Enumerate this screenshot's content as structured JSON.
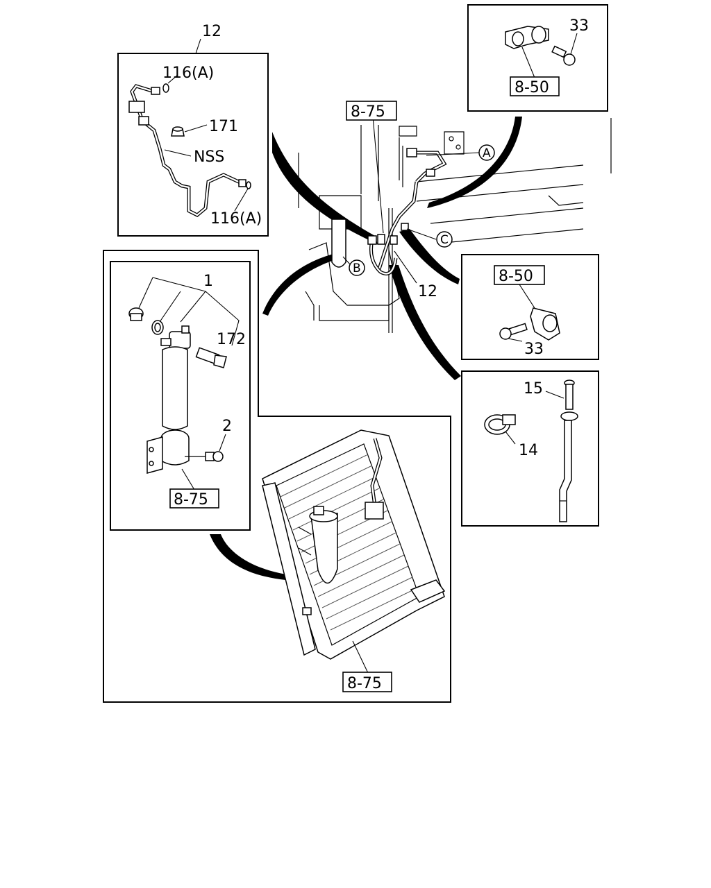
{
  "labels": {
    "tube_assembly": "12",
    "oring_a_top": "116(A)",
    "cap_171": "171",
    "nss": "NSS",
    "oring_a_bottom": "116(A)",
    "bolt_33_top": "33",
    "clip_ref_top": "8-50",
    "ref_center": "8-75",
    "circle_a": "A",
    "circle_b": "B",
    "circle_c": "C",
    "tube_12_center": "12",
    "clip_ref_right": "8-50",
    "bolt_33_right": "33",
    "receiver_drier": "1",
    "pressure_switch": "172",
    "bolt_2": "2",
    "bracket_ref": "8-75",
    "condenser_ref": "8-75",
    "pipe_15": "15",
    "clamp_14": "14"
  }
}
